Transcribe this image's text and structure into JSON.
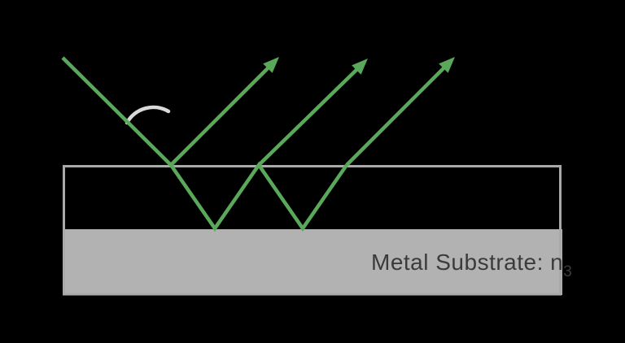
{
  "diagram": {
    "type": "thin-film-interference-ray-diagram",
    "substrate_label": {
      "text": "Metal Substrate: n",
      "subscript": "3"
    },
    "rays": [
      {
        "role": "incident-ray",
        "arrow": false
      },
      {
        "role": "reflected-ray",
        "arrow": true
      },
      {
        "role": "internal-reflection-path",
        "arrow": false
      },
      {
        "role": "transmitted-ray-1",
        "arrow": true
      },
      {
        "role": "transmitted-ray-2",
        "arrow": true
      }
    ],
    "angle_marker": "angle-of-incidence-arc"
  },
  "colors": {
    "background": "#000000",
    "ray_green": "#5aa85a",
    "box_stroke": "#a9a9a9",
    "substrate_fill": "#b2b2b2",
    "angle_arc": "#d9d9d9",
    "label_text": "#3b3b3b"
  }
}
